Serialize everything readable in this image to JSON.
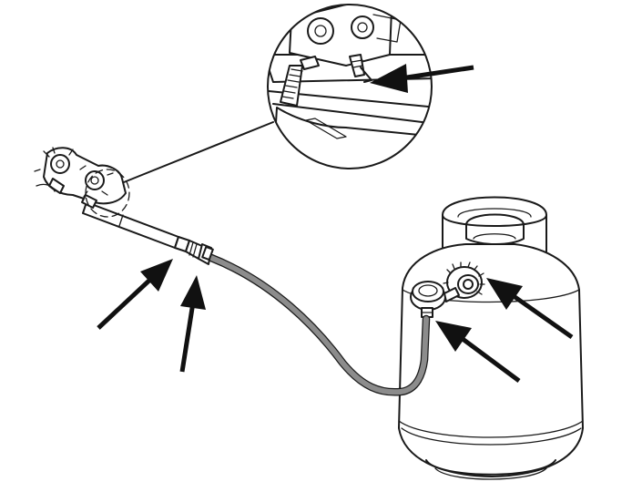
{
  "figure": {
    "type": "technical-line-drawing",
    "colors": {
      "ink": "#1a1a1a",
      "hose": "#8c8c8c",
      "arrow": "#111111",
      "background": "#ffffff"
    },
    "components": [
      "burner-valve-assembly",
      "gas-manifold-tube",
      "regulator-hose",
      "regulator",
      "propane-tank",
      "detail-magnifier-view"
    ],
    "arrows": 5
  }
}
